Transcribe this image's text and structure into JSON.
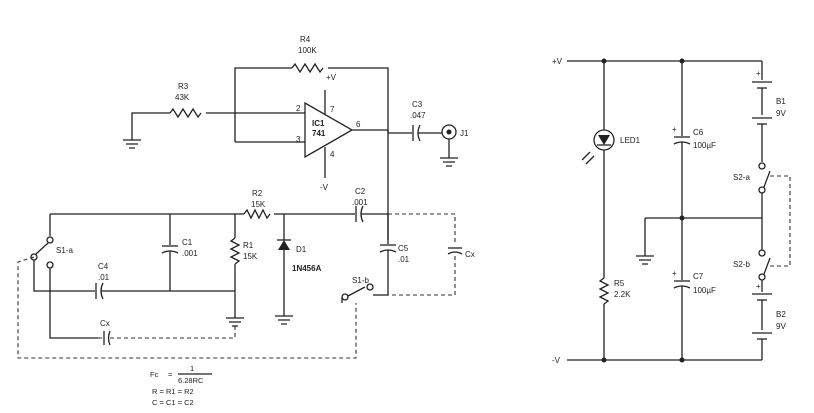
{
  "left_circuit": {
    "r4": {
      "ref": "R4",
      "value": "100K"
    },
    "r3": {
      "ref": "R3",
      "value": "43K"
    },
    "ic1": {
      "ref": "IC1",
      "part": "741",
      "pin2": "2",
      "pin3": "3",
      "pin4": "4",
      "pin6": "6",
      "pin7": "7",
      "vplus": "+V",
      "vminus": "-V"
    },
    "c3": {
      "ref": "C3",
      "value": ".047"
    },
    "j1": {
      "ref": "J1"
    },
    "r2": {
      "ref": "R2",
      "value": "15K"
    },
    "c2": {
      "ref": "C2",
      "value": ".001"
    },
    "s1a": {
      "ref": "S1-a"
    },
    "c4": {
      "ref": "C4",
      "value": ".01"
    },
    "c1": {
      "ref": "C1",
      "value": ".001"
    },
    "r1": {
      "ref": "R1",
      "value": "15K"
    },
    "d1": {
      "ref": "D1",
      "part": "1N456A"
    },
    "c5": {
      "ref": "C5",
      "value": ".01"
    },
    "s1b": {
      "ref": "S1-b"
    },
    "cx_right": {
      "ref": "Cx"
    },
    "cx_bottom": {
      "ref": "Cx"
    }
  },
  "formula": {
    "fc": "Fc",
    "equals": "=",
    "numerator": "1",
    "denominator": "6.28RC",
    "line2": "R = R1 = R2",
    "line3": "C = C1 = C2"
  },
  "right_circuit": {
    "vplus": "+V",
    "vminus": "-V",
    "led1": {
      "ref": "LED1"
    },
    "r5": {
      "ref": "R5",
      "value": "2.2K"
    },
    "c6": {
      "ref": "C6",
      "value": "100µF"
    },
    "c7": {
      "ref": "C7",
      "value": "100µF"
    },
    "b1": {
      "ref": "B1",
      "value": "9V",
      "plus": "+"
    },
    "b2": {
      "ref": "B2",
      "value": "9V",
      "plus": "+"
    },
    "s2a": {
      "ref": "S2-a"
    },
    "s2b": {
      "ref": "S2-b"
    },
    "c6_plus": "+",
    "c7_plus": "+"
  }
}
